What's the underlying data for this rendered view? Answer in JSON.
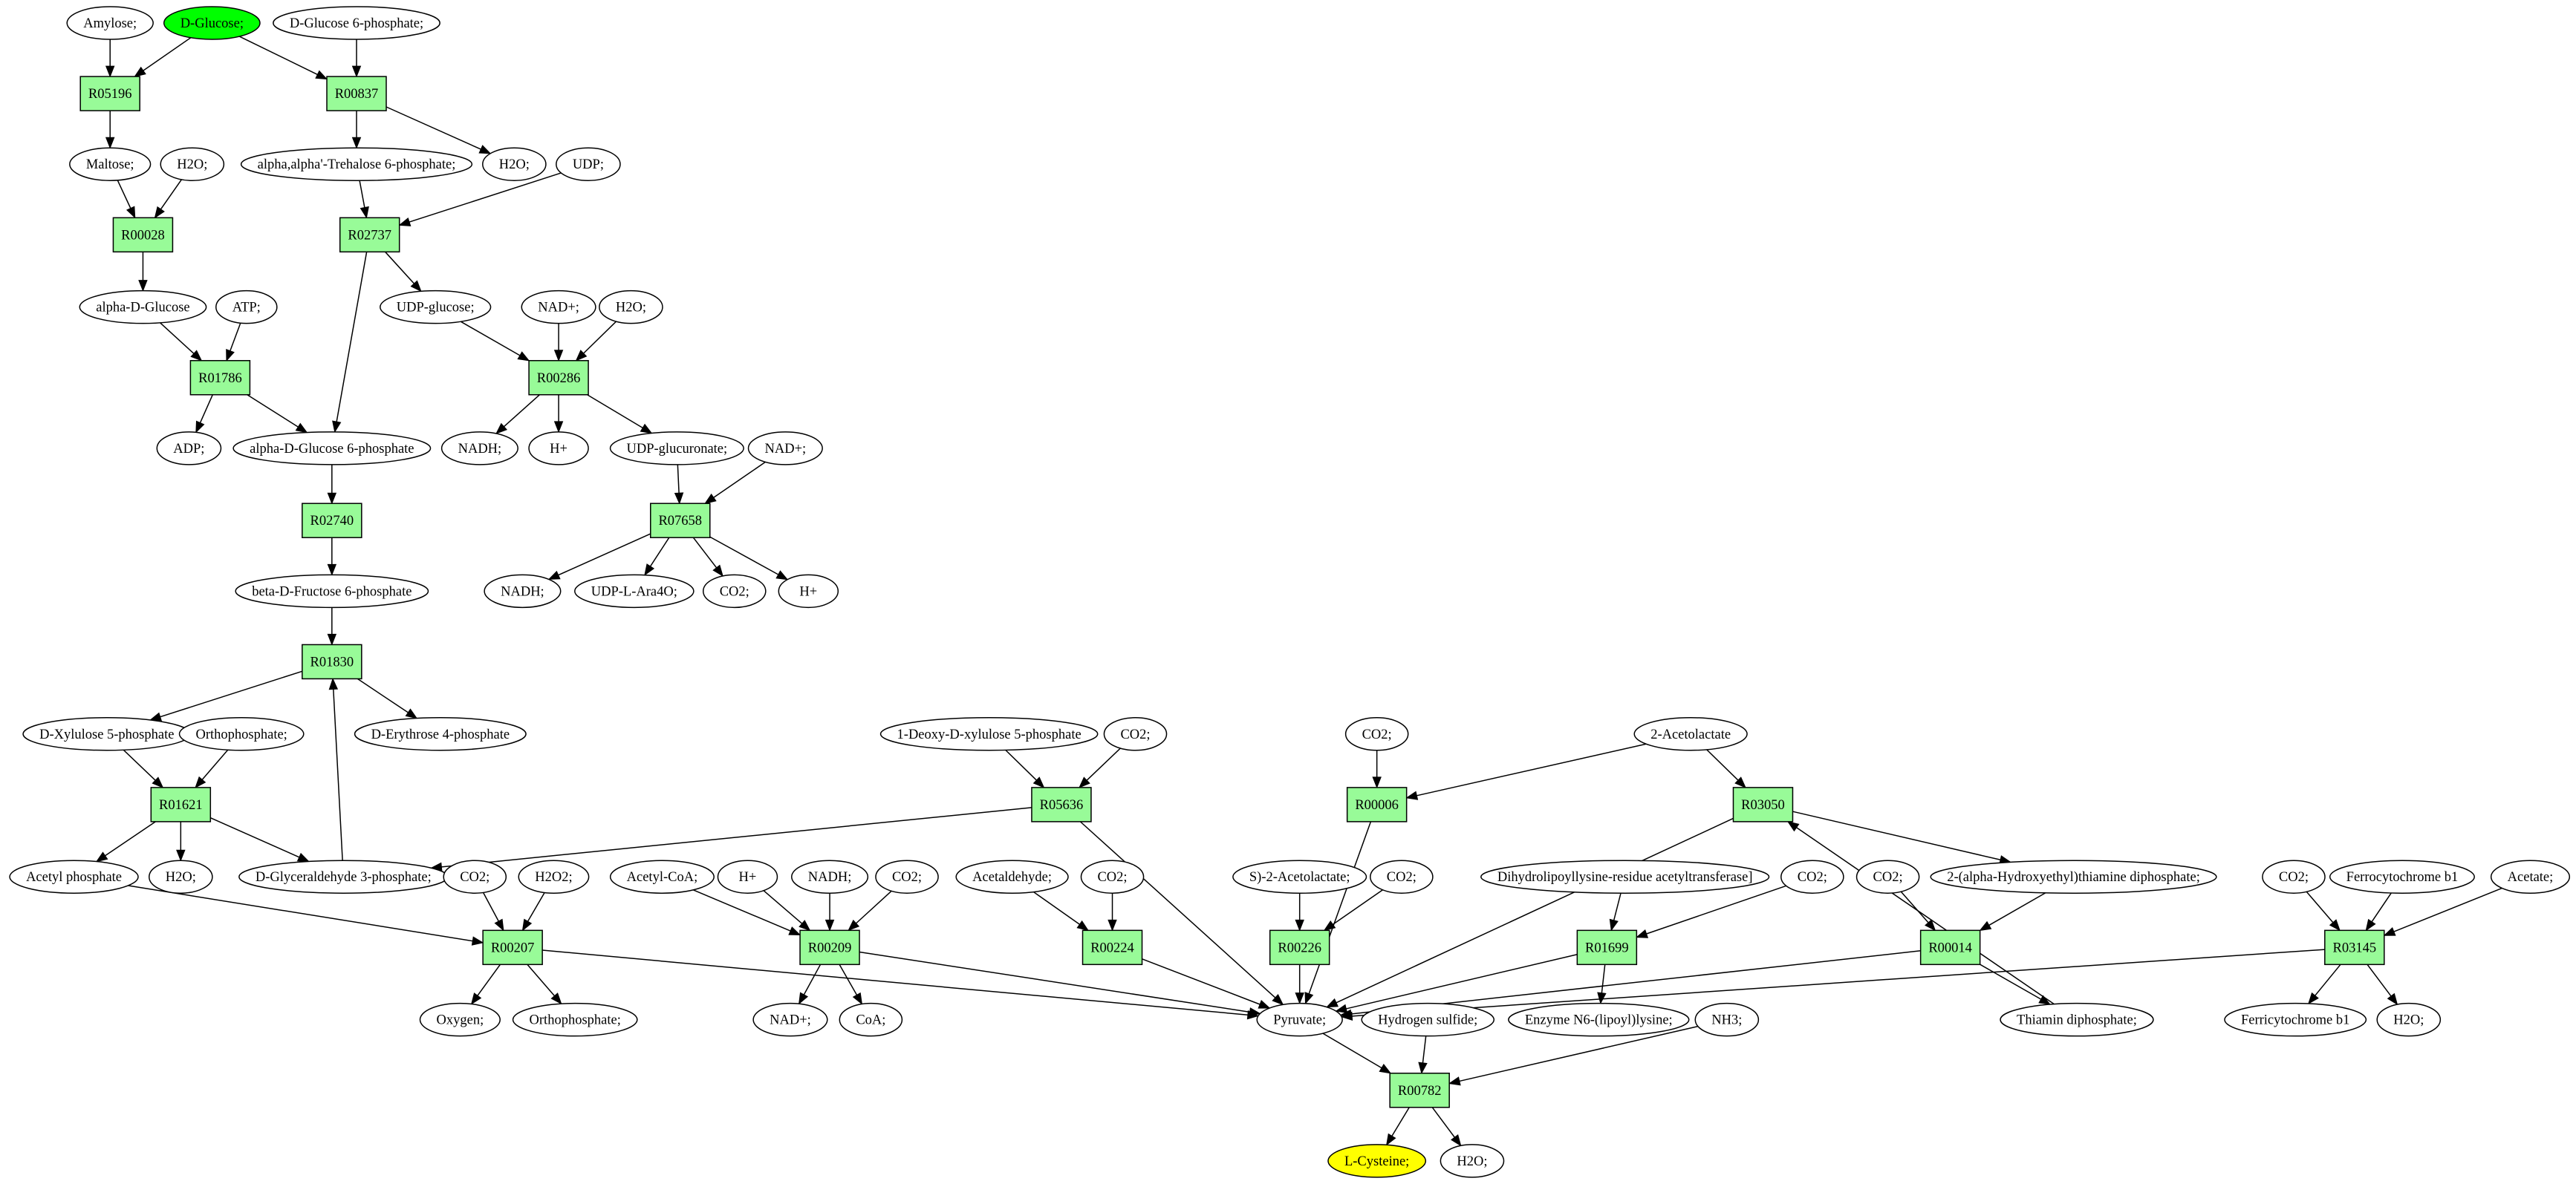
{
  "colors": {
    "reaction_fill": "#98fb98",
    "start_fill": "#00ff00",
    "target_fill": "#ffff00",
    "default_fill": "#ffffff",
    "stroke": "#000000"
  },
  "compounds": [
    {
      "id": "c_amylose",
      "label": "Amylose;"
    },
    {
      "id": "c_dglucose",
      "label": "D-Glucose;",
      "role": "start"
    },
    {
      "id": "c_dg6p",
      "label": "D-Glucose 6-phosphate;"
    },
    {
      "id": "c_maltose",
      "label": "Maltose;"
    },
    {
      "id": "c_h2o_a",
      "label": "H2O;"
    },
    {
      "id": "c_trehalose6p",
      "label": "alpha,alpha'-Trehalose 6-phosphate;"
    },
    {
      "id": "c_h2o_b",
      "label": "H2O;"
    },
    {
      "id": "c_udp",
      "label": "UDP;"
    },
    {
      "id": "c_adglucose",
      "label": "alpha-D-Glucose"
    },
    {
      "id": "c_atp",
      "label": "ATP;"
    },
    {
      "id": "c_udpglucose",
      "label": "UDP-glucose;"
    },
    {
      "id": "c_nad_a",
      "label": "NAD+;"
    },
    {
      "id": "c_h2o_c",
      "label": "H2O;"
    },
    {
      "id": "c_adp",
      "label": "ADP;"
    },
    {
      "id": "c_adg6p",
      "label": "alpha-D-Glucose 6-phosphate"
    },
    {
      "id": "c_nadh_a",
      "label": "NADH;"
    },
    {
      "id": "c_h_a",
      "label": "H+"
    },
    {
      "id": "c_udpglucuronate",
      "label": "UDP-glucuronate;"
    },
    {
      "id": "c_nad_b",
      "label": "NAD+;"
    },
    {
      "id": "c_bdf6p",
      "label": "beta-D-Fructose 6-phosphate"
    },
    {
      "id": "c_nadh_b",
      "label": "NADH;"
    },
    {
      "id": "c_udparao",
      "label": "UDP-L-Ara4O;"
    },
    {
      "id": "c_co2_a",
      "label": "CO2;"
    },
    {
      "id": "c_h_b",
      "label": "H+"
    },
    {
      "id": "c_dx5p",
      "label": "D-Xylulose 5-phosphate"
    },
    {
      "id": "c_ortho_a",
      "label": "Orthophosphate;"
    },
    {
      "id": "c_de4p",
      "label": "D-Erythrose 4-phosphate"
    },
    {
      "id": "c_ddx5p",
      "label": "1-Deoxy-D-xylulose 5-phosphate"
    },
    {
      "id": "c_co2_b",
      "label": "CO2;"
    },
    {
      "id": "c_co2_c",
      "label": "CO2;"
    },
    {
      "id": "c_acetolactate2",
      "label": "2-Acetolactate"
    },
    {
      "id": "c_acetylp",
      "label": "Acetyl phosphate"
    },
    {
      "id": "c_h2o_d",
      "label": "H2O;"
    },
    {
      "id": "c_g3p",
      "label": "D-Glyceraldehyde 3-phosphate;"
    },
    {
      "id": "c_co2_d",
      "label": "CO2;"
    },
    {
      "id": "c_h2o2",
      "label": "H2O2;"
    },
    {
      "id": "c_acetylcoa",
      "label": "Acetyl-CoA;"
    },
    {
      "id": "c_h_c",
      "label": "H+"
    },
    {
      "id": "c_nadh_c",
      "label": "NADH;"
    },
    {
      "id": "c_co2_e",
      "label": "CO2;"
    },
    {
      "id": "c_acetaldehyde",
      "label": "Acetaldehyde;"
    },
    {
      "id": "c_co2_f",
      "label": "CO2;"
    },
    {
      "id": "c_sacetolactate",
      "label": "S)-2-Acetolactate;"
    },
    {
      "id": "c_co2_g",
      "label": "CO2;"
    },
    {
      "id": "c_dihydro",
      "label": "Dihydrolipoyllysine-residue acetyltransferase]"
    },
    {
      "id": "c_co2_h",
      "label": "CO2;"
    },
    {
      "id": "c_co2_i",
      "label": "CO2;"
    },
    {
      "id": "c_haetpp",
      "label": "2-(alpha-Hydroxyethyl)thiamine diphosphate;"
    },
    {
      "id": "c_co2_j",
      "label": "CO2;"
    },
    {
      "id": "c_ferrocyt",
      "label": "Ferrocytochrome b1"
    },
    {
      "id": "c_acetate",
      "label": "Acetate;"
    },
    {
      "id": "c_oxygen",
      "label": "Oxygen;"
    },
    {
      "id": "c_ortho_b",
      "label": "Orthophosphate;"
    },
    {
      "id": "c_nad_c",
      "label": "NAD+;"
    },
    {
      "id": "c_coa",
      "label": "CoA;"
    },
    {
      "id": "c_pyruvate",
      "label": "Pyruvate;"
    },
    {
      "id": "c_enzymen6",
      "label": "Enzyme N6-(lipoyl)lysine;"
    },
    {
      "id": "c_thiamin",
      "label": "Thiamin diphosphate;"
    },
    {
      "id": "c_ferricyt",
      "label": "Ferricytochrome b1"
    },
    {
      "id": "c_h2o_e",
      "label": "H2O;"
    },
    {
      "id": "c_h2s",
      "label": "Hydrogen sulfide;"
    },
    {
      "id": "c_nh3",
      "label": "NH3;"
    },
    {
      "id": "c_lcysteine",
      "label": "L-Cysteine;",
      "role": "target"
    },
    {
      "id": "c_h2o_f",
      "label": "H2O;"
    }
  ],
  "reactions": [
    {
      "id": "r05196",
      "label": "R05196"
    },
    {
      "id": "r00837",
      "label": "R00837"
    },
    {
      "id": "r00028",
      "label": "R00028"
    },
    {
      "id": "r02737",
      "label": "R02737"
    },
    {
      "id": "r01786",
      "label": "R01786"
    },
    {
      "id": "r00286",
      "label": "R00286"
    },
    {
      "id": "r02740",
      "label": "R02740"
    },
    {
      "id": "r07658",
      "label": "R07658"
    },
    {
      "id": "r01830",
      "label": "R01830"
    },
    {
      "id": "r01621",
      "label": "R01621"
    },
    {
      "id": "r05636",
      "label": "R05636"
    },
    {
      "id": "r00006",
      "label": "R00006"
    },
    {
      "id": "r03050",
      "label": "R03050"
    },
    {
      "id": "r00207",
      "label": "R00207"
    },
    {
      "id": "r00209",
      "label": "R00209"
    },
    {
      "id": "r00224",
      "label": "R00224"
    },
    {
      "id": "r00226",
      "label": "R00226"
    },
    {
      "id": "r01699",
      "label": "R01699"
    },
    {
      "id": "r00014",
      "label": "R00014"
    },
    {
      "id": "r03145",
      "label": "R03145"
    },
    {
      "id": "r00782",
      "label": "R00782"
    }
  ],
  "edges": [
    [
      "c_amylose",
      "r05196"
    ],
    [
      "c_dglucose",
      "r05196"
    ],
    [
      "r05196",
      "c_maltose"
    ],
    [
      "c_dglucose",
      "r00837"
    ],
    [
      "c_dg6p",
      "r00837"
    ],
    [
      "r00837",
      "c_trehalose6p"
    ],
    [
      "r00837",
      "c_h2o_b"
    ],
    [
      "c_maltose",
      "r00028"
    ],
    [
      "c_h2o_a",
      "r00028"
    ],
    [
      "r00028",
      "c_adglucose"
    ],
    [
      "c_trehalose6p",
      "r02737"
    ],
    [
      "c_udp",
      "r02737"
    ],
    [
      "r02737",
      "c_udpglucose"
    ],
    [
      "r02737",
      "c_adg6p"
    ],
    [
      "c_adglucose",
      "r01786"
    ],
    [
      "c_atp",
      "r01786"
    ],
    [
      "r01786",
      "c_adp"
    ],
    [
      "r01786",
      "c_adg6p"
    ],
    [
      "c_udpglucose",
      "r00286"
    ],
    [
      "c_nad_a",
      "r00286"
    ],
    [
      "c_h2o_c",
      "r00286"
    ],
    [
      "r00286",
      "c_nadh_a"
    ],
    [
      "r00286",
      "c_h_a"
    ],
    [
      "r00286",
      "c_udpglucuronate"
    ],
    [
      "c_adg6p",
      "r02740"
    ],
    [
      "r02740",
      "c_bdf6p"
    ],
    [
      "c_udpglucuronate",
      "r07658"
    ],
    [
      "c_nad_b",
      "r07658"
    ],
    [
      "r07658",
      "c_nadh_b"
    ],
    [
      "r07658",
      "c_udparao"
    ],
    [
      "r07658",
      "c_co2_a"
    ],
    [
      "r07658",
      "c_h_b"
    ],
    [
      "c_bdf6p",
      "r01830"
    ],
    [
      "c_g3p",
      "r01830"
    ],
    [
      "r01830",
      "c_dx5p"
    ],
    [
      "r01830",
      "c_de4p"
    ],
    [
      "c_dx5p",
      "r01621"
    ],
    [
      "c_ortho_a",
      "r01621"
    ],
    [
      "r01621",
      "c_acetylp"
    ],
    [
      "r01621",
      "c_h2o_d"
    ],
    [
      "r01621",
      "c_g3p"
    ],
    [
      "c_ddx5p",
      "r05636"
    ],
    [
      "c_co2_b",
      "r05636"
    ],
    [
      "r05636",
      "c_g3p"
    ],
    [
      "r05636",
      "c_pyruvate"
    ],
    [
      "c_co2_c",
      "r00006"
    ],
    [
      "c_acetolactate2",
      "r00006"
    ],
    [
      "r00006",
      "c_pyruvate"
    ],
    [
      "c_acetolactate2",
      "r03050"
    ],
    [
      "c_thiamin",
      "r03050"
    ],
    [
      "r03050",
      "c_pyruvate"
    ],
    [
      "r03050",
      "c_haetpp"
    ],
    [
      "c_acetylp",
      "r00207"
    ],
    [
      "c_co2_d",
      "r00207"
    ],
    [
      "c_h2o2",
      "r00207"
    ],
    [
      "r00207",
      "c_oxygen"
    ],
    [
      "r00207",
      "c_ortho_b"
    ],
    [
      "r00207",
      "c_pyruvate"
    ],
    [
      "c_acetylcoa",
      "r00209"
    ],
    [
      "c_h_c",
      "r00209"
    ],
    [
      "c_nadh_c",
      "r00209"
    ],
    [
      "c_co2_e",
      "r00209"
    ],
    [
      "r00209",
      "c_nad_c"
    ],
    [
      "r00209",
      "c_coa"
    ],
    [
      "r00209",
      "c_pyruvate"
    ],
    [
      "c_acetaldehyde",
      "r00224"
    ],
    [
      "c_co2_f",
      "r00224"
    ],
    [
      "r00224",
      "c_pyruvate"
    ],
    [
      "c_sacetolactate",
      "r00226"
    ],
    [
      "c_co2_g",
      "r00226"
    ],
    [
      "r00226",
      "c_pyruvate"
    ],
    [
      "c_dihydro",
      "r01699"
    ],
    [
      "c_co2_h",
      "r01699"
    ],
    [
      "r01699",
      "c_enzymen6"
    ],
    [
      "r01699",
      "c_pyruvate"
    ],
    [
      "c_co2_i",
      "r00014"
    ],
    [
      "c_haetpp",
      "r00014"
    ],
    [
      "r00014",
      "c_thiamin"
    ],
    [
      "r00014",
      "c_pyruvate"
    ],
    [
      "c_co2_j",
      "r03145"
    ],
    [
      "c_ferrocyt",
      "r03145"
    ],
    [
      "c_acetate",
      "r03145"
    ],
    [
      "r03145",
      "c_ferricyt"
    ],
    [
      "r03145",
      "c_h2o_e"
    ],
    [
      "r03145",
      "c_pyruvate"
    ],
    [
      "c_pyruvate",
      "r00782"
    ],
    [
      "c_h2s",
      "r00782"
    ],
    [
      "c_nh3",
      "r00782"
    ],
    [
      "r00782",
      "c_lcysteine"
    ],
    [
      "r00782",
      "c_h2o_f"
    ]
  ]
}
